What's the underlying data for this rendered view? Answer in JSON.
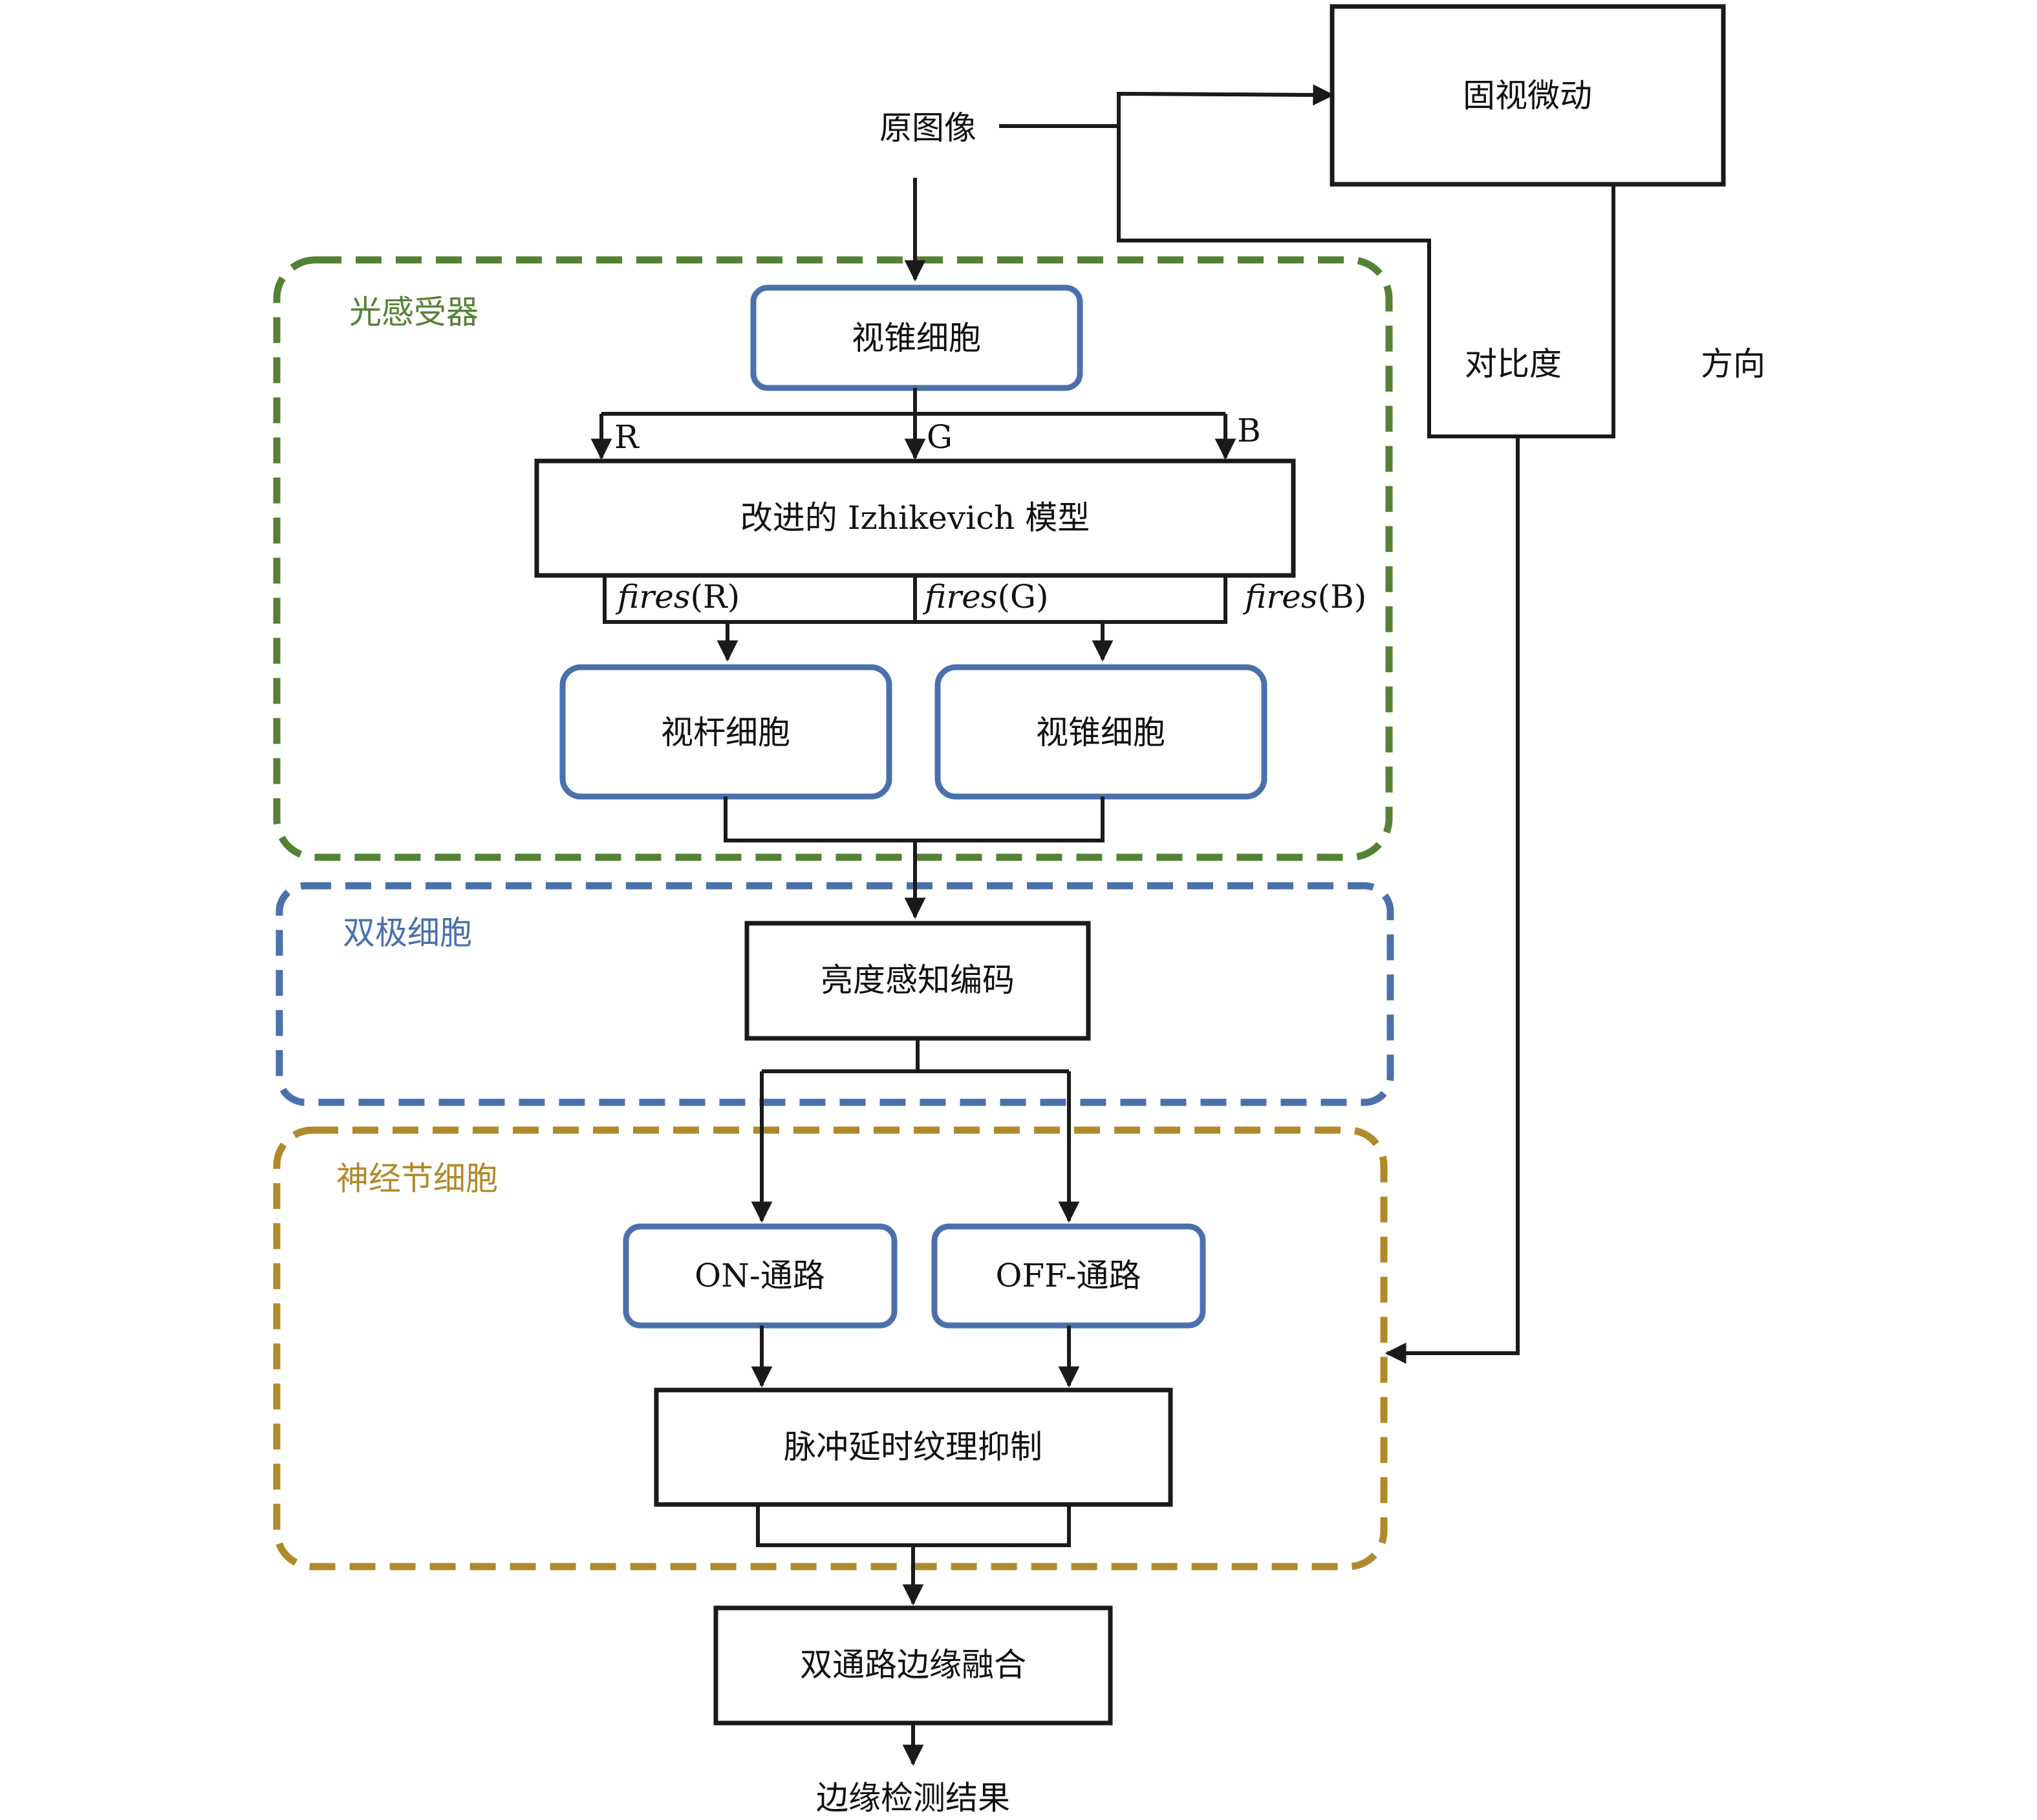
{
  "nodes": {
    "source_image": "原图像",
    "fixational_micro": "固视微动",
    "contrast": "对比度",
    "direction": "方向",
    "cone_top": "视锥细胞",
    "izhikevich": "改进的 Izhikevich 模型",
    "rod": "视杆细胞",
    "cone_bottom": "视锥细胞",
    "luminance_coding": "亮度感知编码",
    "on_path": "ON-通路",
    "off_path": "OFF-通路",
    "spike_delay": "脉冲延时纹理抑制",
    "fusion": "双通路边缘融合",
    "result": "边缘检测结果"
  },
  "groups": {
    "photoreceptor": {
      "label": "光感受器",
      "color": "#548235"
    },
    "bipolar": {
      "label": "双极细胞",
      "color": "#4a71ac"
    },
    "ganglion": {
      "label": "神经节细胞",
      "color": "#b08a2a"
    }
  },
  "channels": {
    "r": "R",
    "g": "G",
    "b": "B"
  },
  "fires": {
    "word": "fires",
    "r": "(R)",
    "g": "(G)",
    "b": "(B)"
  },
  "colors": {
    "line": "#1a1a1a",
    "node_border_blue": "#4a71ac"
  }
}
